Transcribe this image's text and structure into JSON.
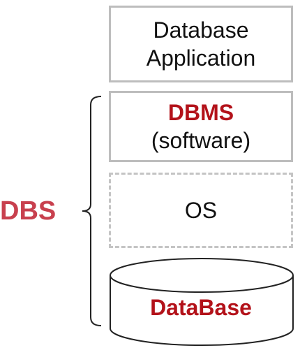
{
  "diagram": {
    "layers": {
      "application": {
        "line1": "Database",
        "line2": "Application"
      },
      "dbms": {
        "title": "DBMS",
        "subtitle": "(software)"
      },
      "os": {
        "label": "OS"
      },
      "database": {
        "label": "DataBase"
      }
    },
    "bracket_label": "DBS",
    "colors": {
      "accent_red": "#b3121a",
      "dbs_red": "#c8404e",
      "box_border": "#bdbdbd",
      "text": "#111111"
    }
  }
}
